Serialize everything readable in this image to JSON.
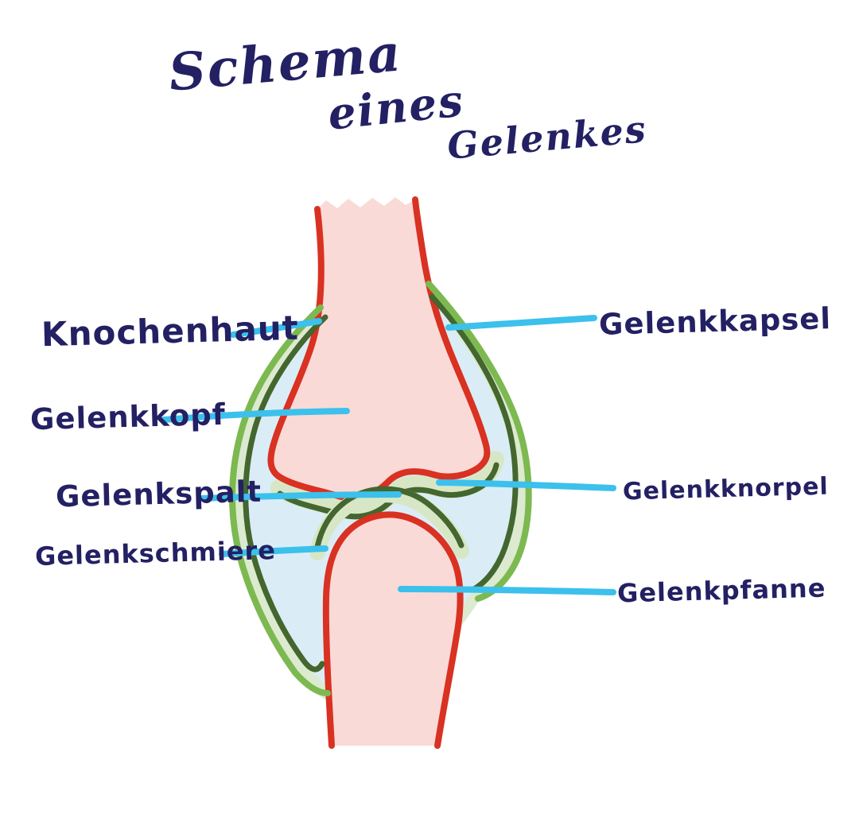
{
  "title": {
    "word1": "Schema",
    "word2": "eines",
    "word3": "Gelenkes"
  },
  "labels": {
    "knochenhaut": "Knochenhaut",
    "gelenkkopf": "Gelenkkopf",
    "gelenkspalt": "Gelenkspalt",
    "gelenkschmiere": "Gelenkschmiere",
    "gelenkkapsel": "Gelenkkapsel",
    "gelenkknorpel": "Gelenkknorpel",
    "gelenkpfanne": "Gelenkpfanne"
  },
  "colors": {
    "ink_navy": "#232063",
    "leader_line_cyan": "#3cc0ec",
    "bone_outline_red": "#d93122",
    "bone_fill_pink": "#f9dad6",
    "capsule_outer_green": "#7cb950",
    "capsule_inner_dark_green": "#44662f",
    "capsule_fill_light_green": "#dcead0",
    "cartilage_band_light_green": "#d7e7c6",
    "synovial_fluid_light_blue": "#daedf6",
    "background": "#ffffff"
  }
}
